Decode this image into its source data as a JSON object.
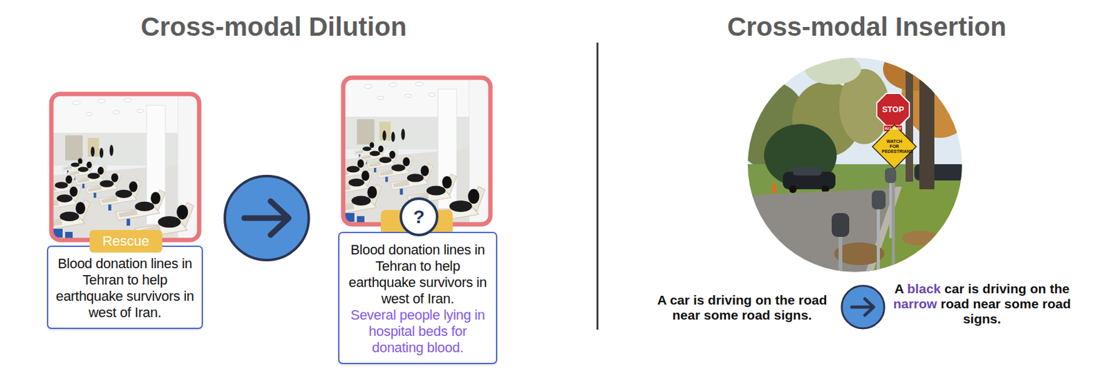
{
  "diagram": {
    "nodes": [
      {
        "text": [
          "Rescue"
        ]
      },
      {
        "text": [
          "Blood donation lines in Tehran to help earthquake survivors in west of Iran."
        ]
      },
      {
        "text": [
          "?"
        ]
      },
      {
        "text": [
          "Blood donation lines in Tehran to help earthquake survivors in west of Iran.",
          "Several people lying in hospital beds for donating blood."
        ]
      }
    ],
    "labels": [
      "Cross-modal Dilution",
      "Cross-modal Insertion",
      "A car is driving on the road near some road signs.",
      "A black car is driving on the narrow road near some road signs.",
      "STOP",
      "ALL WAY",
      "WATCH FOR PEDESTRIANS"
    ]
  }
}
